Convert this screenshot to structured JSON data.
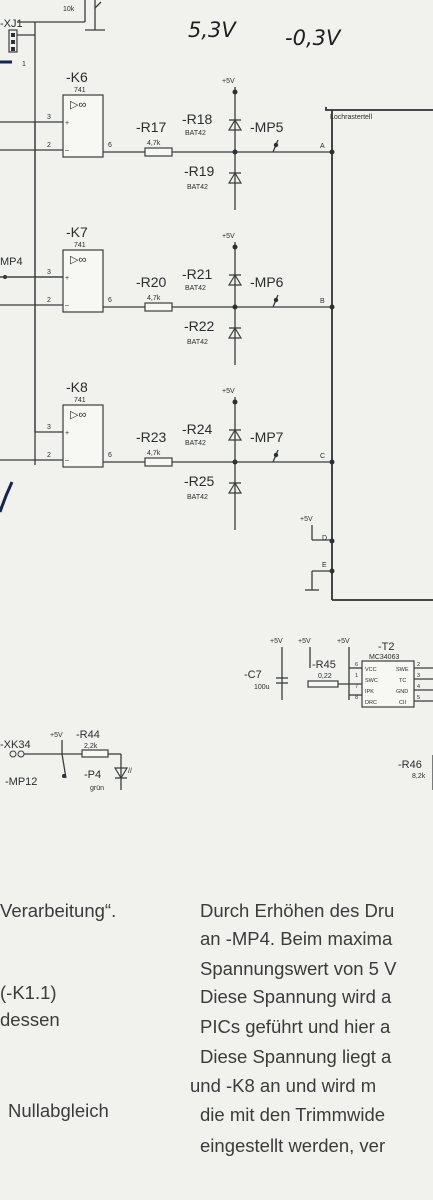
{
  "handwritten": {
    "v1": "5,3V",
    "v2": "-0,3V"
  },
  "top": {
    "connector": "-XJ1",
    "pot_value": "10k",
    "pin1": "1"
  },
  "opamps": [
    {
      "ref": "-K6",
      "type": "741",
      "pin_plus": "3",
      "pin_minus": "2",
      "pin_out": "6",
      "r_series": "-R17",
      "r_series_val": "4,7k",
      "d_upper": "-R18",
      "d_upper_type": "BAT42",
      "d_lower": "-R19",
      "d_lower_type": "BAT42",
      "supply": "+5V",
      "mp": "-MP5",
      "node": "A"
    },
    {
      "ref": "-K7",
      "type": "741",
      "pin_plus": "3",
      "pin_minus": "2",
      "pin_out": "6",
      "r_series": "-R20",
      "r_series_val": "4,7k",
      "d_upper": "-R21",
      "d_upper_type": "BAT42",
      "d_lower": "-R22",
      "d_lower_type": "BAT42",
      "supply": "+5V",
      "mp": "-MP6",
      "node": "B"
    },
    {
      "ref": "-K8",
      "type": "741",
      "pin_plus": "3",
      "pin_minus": "2",
      "pin_out": "6",
      "r_series": "-R23",
      "r_series_val": "4,7k",
      "d_upper": "-R24",
      "d_upper_type": "BAT42",
      "d_lower": "-R25",
      "d_lower_type": "BAT42",
      "supply": "+5V",
      "mp": "-MP7",
      "node": "C"
    }
  ],
  "left_mp": "MP4",
  "board_label": "Lochrastertell",
  "node_d": "D",
  "node_e": "E",
  "supply_d": "+5V",
  "t2_block": {
    "supplies": [
      "+5V",
      "+5V",
      "+5V"
    ],
    "c7": "-C7",
    "c7_val": "100u",
    "r45": "-R45",
    "r45_val": "0,22",
    "ic_ref": "-T2",
    "ic_type": "MC34063",
    "pins_left": [
      "VCC",
      "SWC",
      "IPK",
      "DRC"
    ],
    "pins_left_nums": [
      "6",
      "1",
      "7",
      "8"
    ],
    "pins_right": [
      "SWE",
      "TC",
      "GND",
      "CII"
    ],
    "pins_right_nums": [
      "2",
      "3",
      "4",
      "5"
    ]
  },
  "r46": {
    "ref": "-R46",
    "val": "8,2k"
  },
  "bottom_left": {
    "xk": "-XK34",
    "supply": "+5V",
    "r44": "-R44",
    "r44_val": "2,2k",
    "mp12": "-MP12",
    "p4": "-P4",
    "p4_color": "grün"
  },
  "text": {
    "left": [
      "Verarbeitung“.",
      "(-K1.1)",
      "dessen",
      "Nullabgleich"
    ],
    "right": [
      "Durch Erhöhen des Dru",
      "an -MP4. Beim maxima",
      "Spannungswert von 5 V",
      "Diese Spannung wird a",
      "PICs geführt und hier a",
      "Diese Spannung liegt a",
      "und -K8 an und wird m",
      "die mit den Trimmwide",
      "eingestellt werden, ver"
    ]
  }
}
